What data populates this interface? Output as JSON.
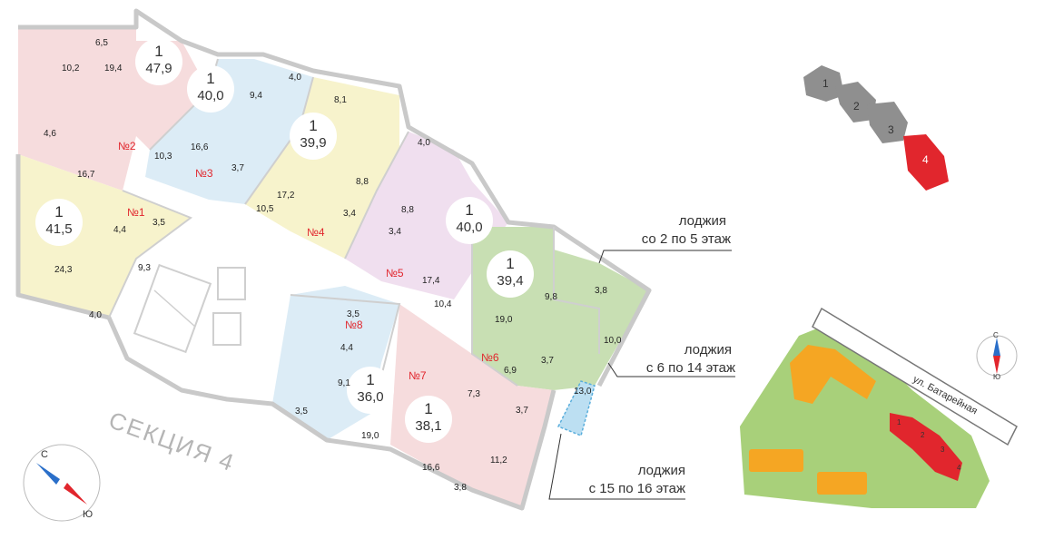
{
  "section_label": "СЕКЦИЯ 4",
  "apartments": [
    {
      "id": "apt-2",
      "number": "№2",
      "rooms": "1",
      "area": "47,9",
      "color": "#f6dcdd"
    },
    {
      "id": "apt-3",
      "number": "№3",
      "rooms": "1",
      "area": "40,0",
      "color": "#dcecf6"
    },
    {
      "id": "apt-4",
      "number": "№4",
      "rooms": "1",
      "area": "39,9",
      "color": "#f7f3cc"
    },
    {
      "id": "apt-1",
      "number": "№1",
      "rooms": "1",
      "area": "41,5",
      "color": "#f7f3cc"
    },
    {
      "id": "apt-5",
      "number": "№5",
      "rooms": "1",
      "area": "40,0",
      "color": "#f0dfef"
    },
    {
      "id": "apt-6",
      "number": "№6",
      "rooms": "1",
      "area": "39,4",
      "color": "#c8dfb3"
    },
    {
      "id": "apt-8",
      "number": "№8",
      "rooms": "1",
      "area": "36,0",
      "color": "#dcecf6"
    },
    {
      "id": "apt-7",
      "number": "№7",
      "rooms": "1",
      "area": "38,1",
      "color": "#f6dcdd"
    }
  ],
  "room_areas": {
    "a2_1": "6,5",
    "a2_2": "10,2",
    "a2_3": "19,4",
    "a2_4": "4,6",
    "a2_5": "16,7",
    "a3_1": "4,0",
    "a3_2": "9,4",
    "a3_3": "10,3",
    "a3_4": "16,6",
    "a3_5": "3,7",
    "a4_1": "8,1",
    "a4_2": "8,8",
    "a4_3": "17,2",
    "a4_4": "10,5",
    "a4_5": "3,4",
    "a1_1": "3,5",
    "a1_2": "4,4",
    "a1_3": "9,3",
    "a1_4": "24,3",
    "a1_5": "4,0",
    "a5_1": "4,0",
    "a5_2": "8,8",
    "a5_3": "3,4",
    "a5_4": "17,4",
    "a5_5": "10,4",
    "a6_1": "9,8",
    "a6_2": "3,8",
    "a6_3": "19,0",
    "a6_4": "10,0",
    "a6_5": "6,9",
    "a6_6": "3,7",
    "a6_7": "13,0",
    "a8_1": "3,5",
    "a8_2": "4,4",
    "a8_3": "9,1",
    "a8_4": "3,5",
    "a8_5": "19,0",
    "a7_1": "7,3",
    "a7_2": "3,7",
    "a7_3": "11,2",
    "a7_4": "16,6",
    "a7_5": "3,8"
  },
  "callouts": {
    "c1_line1": "лоджия",
    "c1_line2": "со 2 по 5 этаж",
    "c2_line1": "лоджия",
    "c2_line2": "с 6 по 14 этаж",
    "c3_line1": "лоджия",
    "c3_line2": "с 15 по 16 этаж"
  },
  "section_map": {
    "sections": [
      "1",
      "2",
      "3",
      "4"
    ],
    "active": "4",
    "active_color": "#e1262d",
    "inactive_color": "#8f8f8f"
  },
  "site_plan": {
    "street": "ул. Батарейная",
    "sections": [
      "1",
      "2",
      "3",
      "4"
    ],
    "highlight_color": "#e1262d",
    "building_color": "#f5a623",
    "green_color": "#a8d07a"
  },
  "compass": {
    "north": "С",
    "south": "Ю"
  }
}
